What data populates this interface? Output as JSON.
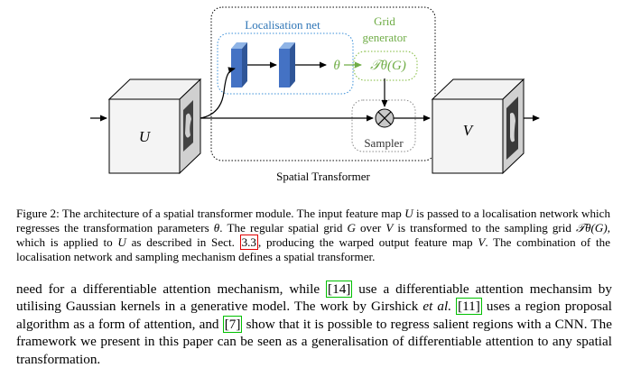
{
  "figure": {
    "localisation_net_label": "Localisation net",
    "grid_generator_label_line1": "Grid",
    "grid_generator_label_line2": "generator",
    "theta_label": "θ",
    "transform_label": "𝒯θ(G)",
    "sampler_label": "Sampler",
    "spatial_transformer_label": "Spatial Transformer",
    "input_label": "U",
    "output_label": "V",
    "colors": {
      "blue_block": "#4472c4",
      "localisation_border": "#3a8fd8",
      "localisation_text": "#2e75b6",
      "grid_border": "#7fba3a",
      "grid_text": "#70ad47",
      "sampler_border": "#8a8a8a"
    }
  },
  "caption": {
    "p1": "Figure 2: The architecture of a spatial transformer module. The input feature map ",
    "U1": "U",
    "p2": " is passed to a localisation network which regresses the transformation parameters ",
    "theta": "θ",
    "p3": ". The regular spatial grid ",
    "G1": "G",
    "p4": " over ",
    "V1": "V",
    "p5": " is transformed to the sampling grid ",
    "T": "𝒯θ(G)",
    "p6": ", which is applied to ",
    "U2": "U",
    "p7": " as described in Sect. ",
    "sect_ref": "3.3",
    "p8": ", producing the warped output feature map ",
    "V2": "V",
    "p9": ". The combination of the localisation network and sampling mechanism defines a spatial transformer."
  },
  "body": {
    "t1": "need for a differentiable attention mechanism, while ",
    "ref1": "[14]",
    "t2": " use a differentiable attention mechansim by utilising Gaussian kernels in a generative model. The work by Girshick ",
    "etal": "et al.",
    "t3": " ",
    "ref2": "[11]",
    "t4": " uses a region proposal algorithm as a form of attention, and ",
    "ref3": "[7]",
    "t5": " show that it is possible to regress salient regions with a CNN. The framework we present in this paper can be seen as a generalisation of differentiable attention to any spatial transformation."
  }
}
